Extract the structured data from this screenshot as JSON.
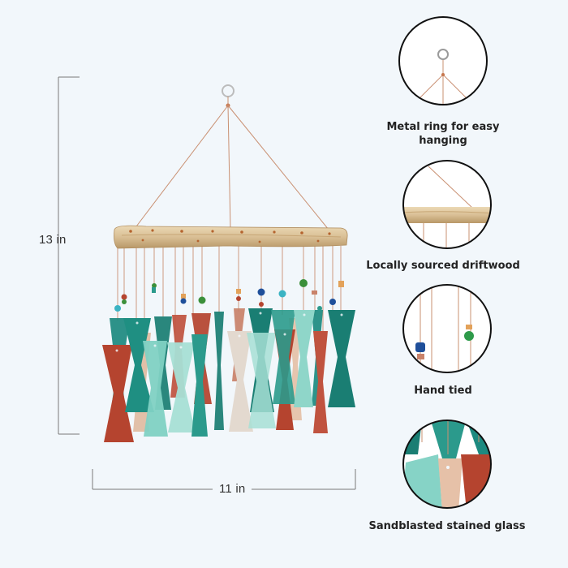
{
  "dimensions": {
    "height": "13 in",
    "width": "11 in"
  },
  "features": [
    {
      "label": "Metal ring for easy hanging",
      "icon": "metal-ring-detail"
    },
    {
      "label": "Locally sourced driftwood",
      "icon": "driftwood-detail"
    },
    {
      "label": "Hand tied",
      "icon": "hand-tied-beads-detail"
    },
    {
      "label": "Sandblasted stained glass",
      "icon": "stained-glass-detail"
    }
  ],
  "colors": {
    "background": "#f2f7fb",
    "teal_dark": "#1a7e73",
    "teal": "#2b9a8c",
    "seafoam": "#7fd1c3",
    "aqua": "#a7dfd5",
    "rust": "#b5442f",
    "amber": "#c9826a",
    "peach": "#e6c1a8",
    "driftwood": "#d9bf95",
    "string": "#c99072"
  }
}
